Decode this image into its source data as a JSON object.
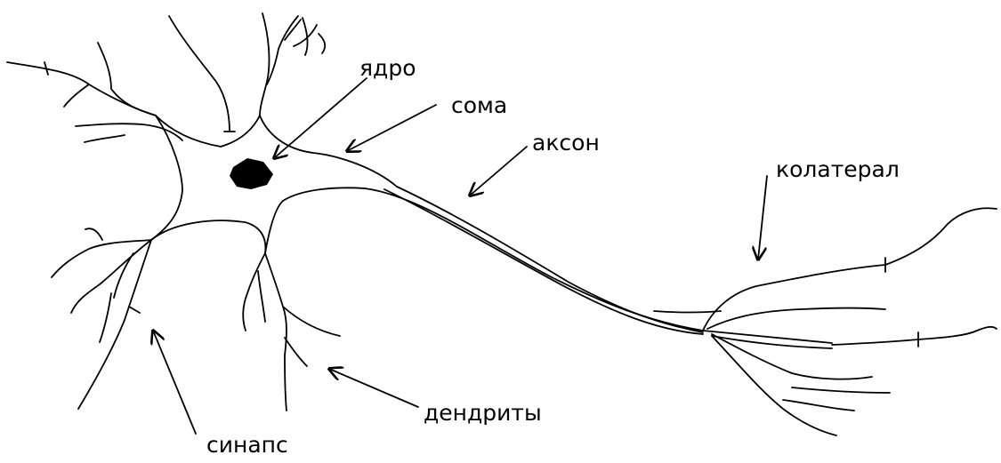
{
  "labels": {
    "nucleus": "ядро",
    "soma": "сома",
    "axon": "аксон",
    "collateral": "колатерал",
    "dendrites": "дендриты",
    "synapse": "синапс"
  },
  "colors": {
    "ink": "#000000",
    "background": "#ffffff"
  }
}
